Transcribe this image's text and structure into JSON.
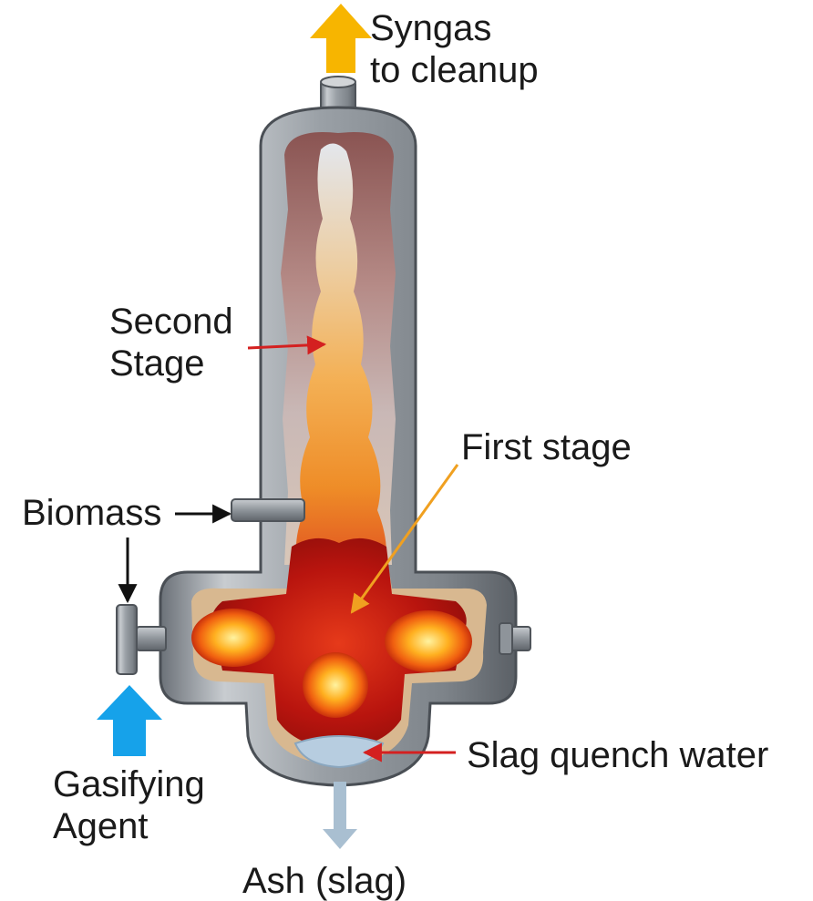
{
  "labels": {
    "syngas": [
      "Syngas",
      "to cleanup"
    ],
    "second_stage": [
      "Second",
      "Stage"
    ],
    "first_stage": "First stage",
    "biomass": "Biomass",
    "slag_quench": "Slag quench water",
    "gasifying_agent": [
      "Gasifying",
      "Agent"
    ],
    "ash": "Ash (slag)"
  },
  "colors": {
    "syngas_arrow": "#f7b500",
    "agent_arrow": "#16a2ea",
    "ash_arrow": "#a9bfd1",
    "pointer_red": "#d42020",
    "pointer_orange": "#f0a020",
    "vessel_steel": "#8d9399"
  }
}
